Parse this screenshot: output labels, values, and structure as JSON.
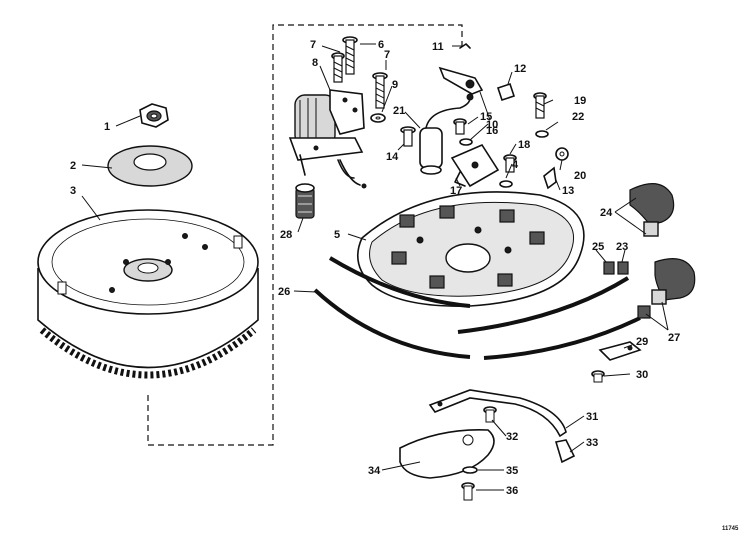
{
  "diagram": {
    "figure_number": "11745",
    "callouts": [
      {
        "id": "c1",
        "text": "1"
      },
      {
        "id": "c2",
        "text": "2"
      },
      {
        "id": "c3",
        "text": "3"
      },
      {
        "id": "c4",
        "text": "4"
      },
      {
        "id": "c5",
        "text": "5"
      },
      {
        "id": "c6",
        "text": "6"
      },
      {
        "id": "c7a",
        "text": "7"
      },
      {
        "id": "c7b",
        "text": "7"
      },
      {
        "id": "c8",
        "text": "8"
      },
      {
        "id": "c9",
        "text": "9"
      },
      {
        "id": "c10",
        "text": "10"
      },
      {
        "id": "c11",
        "text": "11"
      },
      {
        "id": "c12",
        "text": "12"
      },
      {
        "id": "c13",
        "text": "13"
      },
      {
        "id": "c14",
        "text": "14"
      },
      {
        "id": "c15",
        "text": "15"
      },
      {
        "id": "c16",
        "text": "16"
      },
      {
        "id": "c17",
        "text": "17"
      },
      {
        "id": "c18",
        "text": "18"
      },
      {
        "id": "c19",
        "text": "19"
      },
      {
        "id": "c20",
        "text": "20"
      },
      {
        "id": "c21",
        "text": "21"
      },
      {
        "id": "c22",
        "text": "22"
      },
      {
        "id": "c23",
        "text": "23"
      },
      {
        "id": "c24",
        "text": "24"
      },
      {
        "id": "c25",
        "text": "25"
      },
      {
        "id": "c26",
        "text": "26"
      },
      {
        "id": "c27",
        "text": "27"
      },
      {
        "id": "c28",
        "text": "28"
      },
      {
        "id": "c29",
        "text": "29"
      },
      {
        "id": "c30",
        "text": "30"
      },
      {
        "id": "c31",
        "text": "31"
      },
      {
        "id": "c32",
        "text": "32"
      },
      {
        "id": "c33",
        "text": "33"
      },
      {
        "id": "c34",
        "text": "34"
      },
      {
        "id": "c35",
        "text": "35"
      },
      {
        "id": "c36",
        "text": "36"
      }
    ]
  }
}
